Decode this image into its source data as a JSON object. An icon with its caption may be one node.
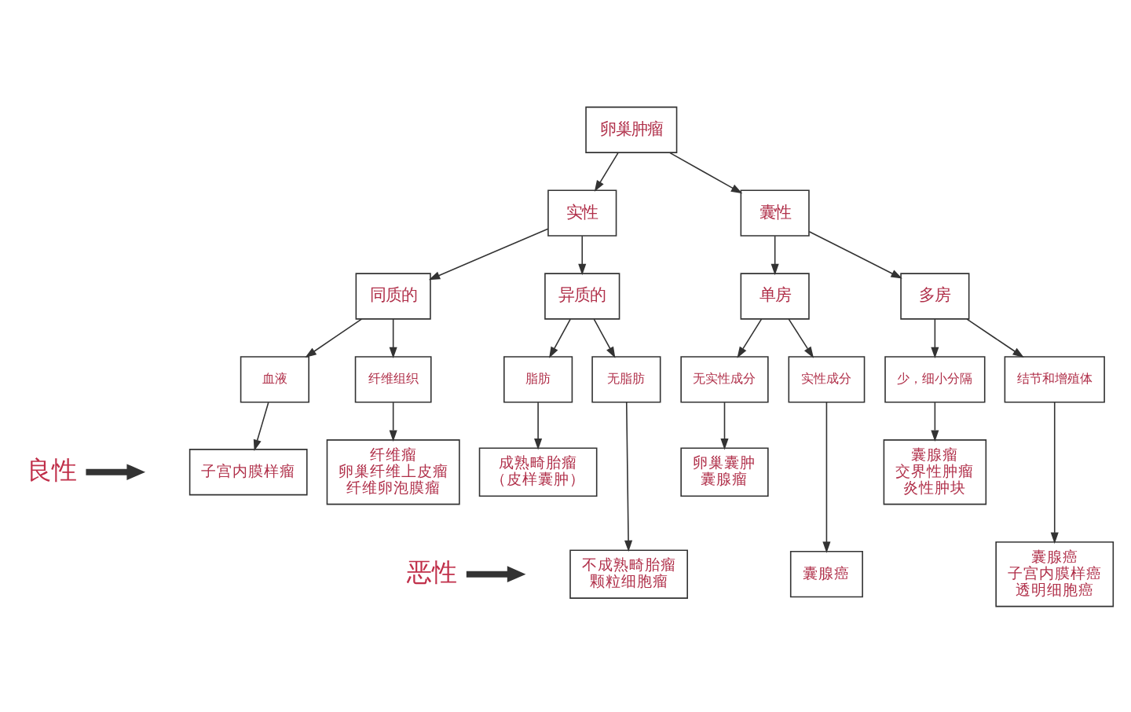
{
  "diagram": {
    "nodes": [
      {
        "text": [
          "卵巢肿瘤"
        ]
      },
      {
        "text": [
          "实性"
        ]
      },
      {
        "text": [
          "囊性"
        ]
      },
      {
        "text": [
          "同质的"
        ]
      },
      {
        "text": [
          "异质的"
        ]
      },
      {
        "text": [
          "单房"
        ]
      },
      {
        "text": [
          "多房"
        ]
      },
      {
        "text": [
          "血液"
        ]
      },
      {
        "text": [
          "纤维组织"
        ]
      },
      {
        "text": [
          "脂肪"
        ]
      },
      {
        "text": [
          "无脂肪"
        ]
      },
      {
        "text": [
          "无实性成分"
        ]
      },
      {
        "text": [
          "实性成分"
        ]
      },
      {
        "text": [
          "少，细小分隔"
        ]
      },
      {
        "text": [
          "结节和增殖体"
        ]
      },
      {
        "text": [
          "子宫内膜样瘤"
        ]
      },
      {
        "text": [
          "纤维瘤",
          "卵巢纤维上皮瘤",
          "纤维卵泡膜瘤"
        ]
      },
      {
        "text": [
          "成熟畸胎瘤",
          "（皮样囊肿）"
        ]
      },
      {
        "text": [
          "不成熟畸胎瘤",
          "颗粒细胞瘤"
        ]
      },
      {
        "text": [
          "卵巢囊肿",
          "囊腺瘤"
        ]
      },
      {
        "text": [
          "囊腺癌"
        ]
      },
      {
        "text": [
          "囊腺瘤",
          "交界性肿瘤",
          "炎性肿块"
        ]
      },
      {
        "text": [
          "囊腺癌",
          "子宫内膜样癌",
          "透明细胞癌"
        ]
      },
      {
        "text": [
          "良性"
        ]
      },
      {
        "text": [
          "恶性"
        ]
      }
    ],
    "edges": [
      {
        "from": 0,
        "to": 1,
        "arrow": "to"
      },
      {
        "from": 0,
        "to": 2,
        "arrow": "to"
      },
      {
        "from": 1,
        "to": 3,
        "arrow": "to"
      },
      {
        "from": 1,
        "to": 4,
        "arrow": "to"
      },
      {
        "from": 2,
        "to": 5,
        "arrow": "to"
      },
      {
        "from": 2,
        "to": 6,
        "arrow": "to"
      },
      {
        "from": 3,
        "to": 7,
        "arrow": "to"
      },
      {
        "from": 3,
        "to": 8,
        "arrow": "to"
      },
      {
        "from": 4,
        "to": 9,
        "arrow": "to"
      },
      {
        "from": 4,
        "to": 10,
        "arrow": "to"
      },
      {
        "from": 5,
        "to": 11,
        "arrow": "to"
      },
      {
        "from": 5,
        "to": 12,
        "arrow": "to"
      },
      {
        "from": 6,
        "to": 13,
        "arrow": "to"
      },
      {
        "from": 6,
        "to": 14,
        "arrow": "to"
      },
      {
        "from": 7,
        "to": 15,
        "arrow": "to"
      },
      {
        "from": 8,
        "to": 16,
        "arrow": "to"
      },
      {
        "from": 9,
        "to": 17,
        "arrow": "to"
      },
      {
        "from": 10,
        "to": 18,
        "arrow": "to"
      },
      {
        "from": 11,
        "to": 19,
        "arrow": "to"
      },
      {
        "from": 12,
        "to": 20,
        "arrow": "to"
      },
      {
        "from": 13,
        "to": 21,
        "arrow": "to"
      },
      {
        "from": 14,
        "to": 22,
        "arrow": "to"
      },
      {
        "from": 23,
        "to": null,
        "arrow": "to",
        "style": "thick"
      },
      {
        "from": 24,
        "to": null,
        "arrow": "to",
        "style": "thick"
      }
    ]
  }
}
